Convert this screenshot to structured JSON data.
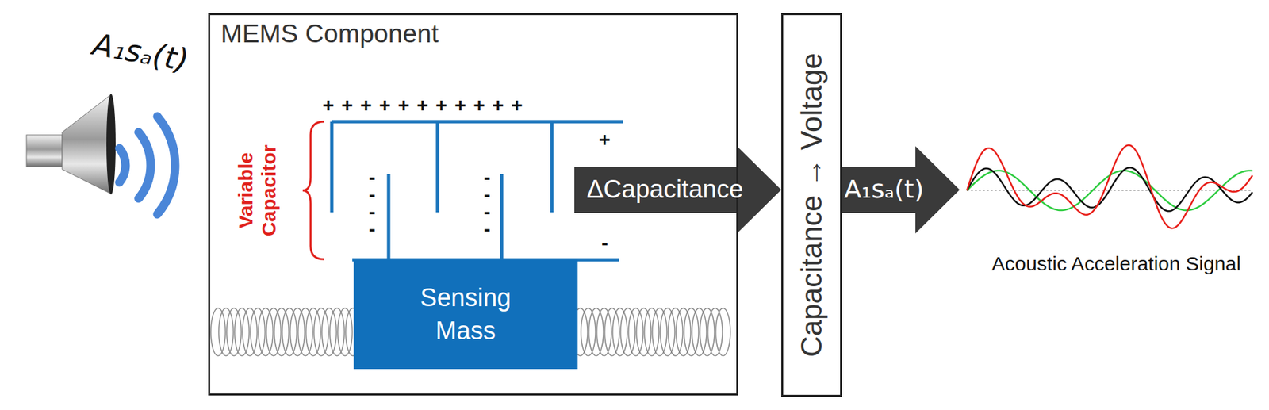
{
  "diagram": {
    "nodes": [
      {
        "text": [
          "MEMS Component"
        ]
      },
      {
        "text": [
          "Sensing Mass"
        ],
        "in": 0
      },
      {
        "text": [
          "Capacitance → Voltage"
        ]
      },
      {
        "text": [
          "Acoustic Acceleration Signal"
        ]
      }
    ],
    "edges": [
      {
        "from": 0,
        "to": 2,
        "label": "ΔCapacitance",
        "arrow": "to"
      },
      {
        "from": 2,
        "to": 3,
        "label": "A₁sₐ(t)",
        "arrow": "to"
      }
    ],
    "labels": [
      "A₁sₐ(t)",
      "Variable Capacitor",
      "+++++++++++",
      "+",
      "----",
      "----",
      "-"
    ]
  }
}
